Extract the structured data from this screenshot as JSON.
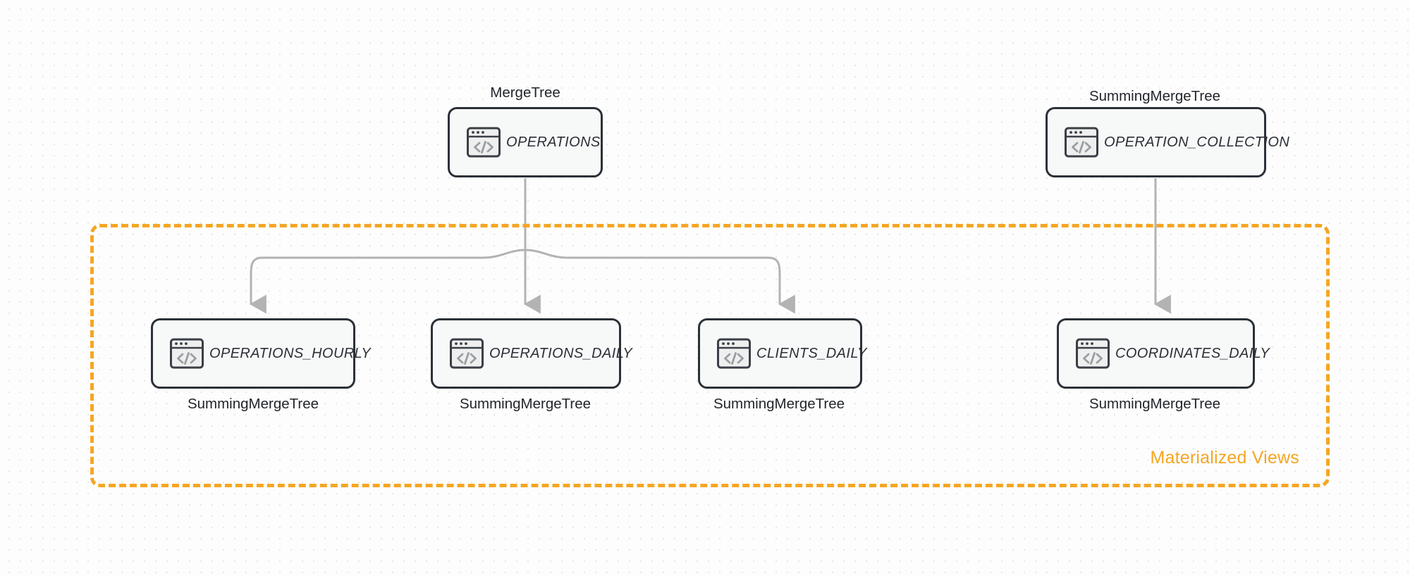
{
  "diagram": {
    "background": {
      "dot_color": "#e9e6e4",
      "canvas_color": "#fdfdfd"
    },
    "accent_color": "#F5A623",
    "node_border_color": "#2c3138",
    "node_fill_color": "#f7f8f8",
    "edge_color": "#b0b0b0",
    "group": {
      "label": "Materialized Views",
      "border_style": "dashed",
      "color": "#F5A623"
    },
    "nodes": [
      {
        "id": "operations",
        "title": "OPERATIONS",
        "engine": "MergeTree",
        "engine_position": "above",
        "icon": "code-window-icon"
      },
      {
        "id": "operation_collection",
        "title": "OPERATION_COLLECTION",
        "engine": "SummingMergeTree",
        "engine_position": "above",
        "icon": "code-window-icon"
      },
      {
        "id": "operations_hourly",
        "title": "OPERATIONS_HOURLY",
        "engine": "SummingMergeTree",
        "engine_position": "below",
        "icon": "code-window-icon"
      },
      {
        "id": "operations_daily",
        "title": "OPERATIONS_DAILY",
        "engine": "SummingMergeTree",
        "engine_position": "below",
        "icon": "code-window-icon"
      },
      {
        "id": "clients_daily",
        "title": "CLIENTS_DAILY",
        "engine": "SummingMergeTree",
        "engine_position": "below",
        "icon": "code-window-icon"
      },
      {
        "id": "coordinates_daily",
        "title": "COORDINATES_DAILY",
        "engine": "SummingMergeTree",
        "engine_position": "below",
        "icon": "code-window-icon"
      }
    ],
    "edges": [
      {
        "from": "operations",
        "to": "operations_hourly"
      },
      {
        "from": "operations",
        "to": "operations_daily"
      },
      {
        "from": "operations",
        "to": "clients_daily"
      },
      {
        "from": "operation_collection",
        "to": "coordinates_daily"
      }
    ]
  }
}
